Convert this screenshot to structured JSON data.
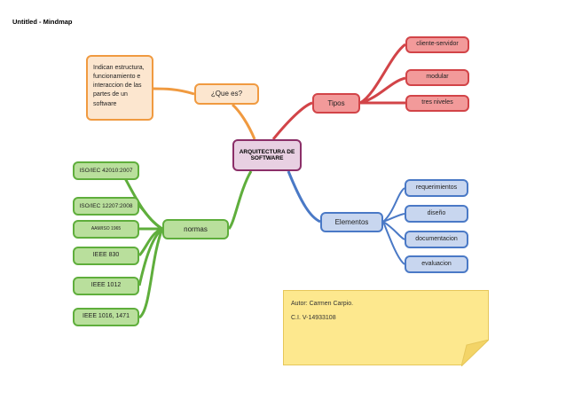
{
  "title": "Untitled - Mindmap",
  "central": "ARQUITECTURA DE SOFTWARE",
  "branches": {
    "que_es": "¿Que es?",
    "definition": "Indican estructura, funcionamiento e interaccion de las partes de un software",
    "tipos": "Tipos",
    "tipos_items": [
      "cliente-servidor",
      "modular",
      "tres niveles"
    ],
    "elementos": "Elementos",
    "elementos_items": [
      "requerimientos",
      "diseño",
      "documentacion",
      "evaluacion"
    ],
    "normas": "normas",
    "normas_items": [
      "ISO/IEC 42010:2007",
      "ISO/IEC 12207:2008",
      "AAM/ISO 1965",
      "IEEE 830",
      "IEEE 1012",
      "IEEE 1016, 1471"
    ]
  },
  "note": {
    "author": "Autor: Carmen Carpio.",
    "ci": "C.I. V-14933108"
  },
  "colors": {
    "central": "#8b2f68",
    "tipos": "#d24448",
    "elementos": "#4a79c6",
    "normas": "#5fae3c",
    "que_es": "#f09a40",
    "note": "#fde88e"
  }
}
